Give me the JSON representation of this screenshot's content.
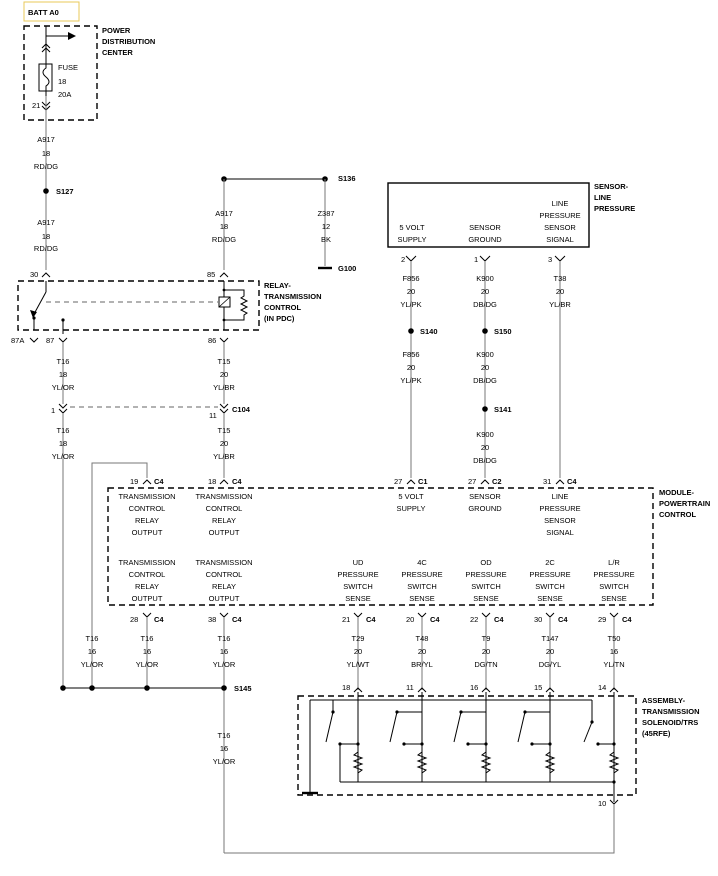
{
  "batt_label": "BATT A0",
  "pdc": {
    "l1": "POWER",
    "l2": "DISTRIBUTION",
    "l3": "CENTER",
    "fuse_l1": "FUSE",
    "fuse_l2": "18",
    "fuse_l3": "20A",
    "pin": "21"
  },
  "wire_a917a": {
    "c": "A917",
    "g": "18",
    "col": "RD/DG"
  },
  "wire_a917b": {
    "c": "A917",
    "g": "18",
    "col": "RD/DG"
  },
  "wire_a917c": {
    "c": "A917",
    "g": "18",
    "col": "RD/DG"
  },
  "splice_s127": "S127",
  "splice_s136": "S136",
  "wire_z387": {
    "c": "Z387",
    "g": "12",
    "col": "BK"
  },
  "ground_g100": "G100",
  "relay": {
    "pin30": "30",
    "pin85": "85",
    "pin87a": "87A",
    "pin87": "87",
    "pin86": "86",
    "l1": "RELAY-",
    "l2": "TRANSMISSION",
    "l3": "CONTROL",
    "l4": "(IN PDC)"
  },
  "wire_t16a": {
    "c": "T16",
    "g": "18",
    "col": "YL/OR"
  },
  "wire_t15a": {
    "c": "T15",
    "g": "20",
    "col": "YL/BR"
  },
  "c104": {
    "name": "C104",
    "pin1": "1",
    "pin11": "11"
  },
  "wire_t16b": {
    "c": "T16",
    "g": "18",
    "col": "YL/OR"
  },
  "wire_t15b": {
    "c": "T15",
    "g": "20",
    "col": "YL/BR"
  },
  "sensor": {
    "l1": "SENSOR-",
    "l2": "LINE",
    "l3": "PRESSURE",
    "p1_l1": "5 VOLT",
    "p1_l2": "SUPPLY",
    "p2_l1": "SENSOR",
    "p2_l2": "GROUND",
    "p3_l1": "LINE",
    "p3_l2": "PRESSURE",
    "p3_l3": "SENSOR",
    "p3_l4": "SIGNAL",
    "pin2": "2",
    "pin1": "1",
    "pin3": "3"
  },
  "wire_f856a": {
    "c": "F856",
    "g": "20",
    "col": "YL/PK"
  },
  "wire_k900a": {
    "c": "K900",
    "g": "20",
    "col": "DB/DG"
  },
  "wire_t38": {
    "c": "T38",
    "g": "20",
    "col": "YL/BR"
  },
  "splice_s140": "S140",
  "splice_s150": "S150",
  "splice_s141": "S141",
  "wire_f856b": {
    "c": "F856",
    "g": "20",
    "col": "YL/PK"
  },
  "wire_k900b": {
    "c": "K900",
    "g": "20",
    "col": "DB/DG"
  },
  "wire_k900c": {
    "c": "K900",
    "g": "20",
    "col": "DB/DG"
  },
  "module": {
    "l1": "MODULE-",
    "l2": "POWERTRAIN",
    "l3": "CONTROL",
    "top_pins": [
      {
        "pin": "19",
        "conn": "C4"
      },
      {
        "pin": "18",
        "conn": "C4"
      },
      {
        "pin": "27",
        "conn": "C1"
      },
      {
        "pin": "27",
        "conn": "C2"
      },
      {
        "pin": "31",
        "conn": "C4"
      }
    ],
    "tc1": {
      "l1": "TRANSMISSION",
      "l2": "CONTROL",
      "l3": "RELAY",
      "l4": "OUTPUT"
    },
    "tc2": {
      "l1": "TRANSMISSION",
      "l2": "CONTROL",
      "l3": "RELAY",
      "l4": "OUTPUT"
    },
    "vs": {
      "l1": "5 VOLT",
      "l2": "SUPPLY"
    },
    "sg": {
      "l1": "SENSOR",
      "l2": "GROUND"
    },
    "lp": {
      "l1": "LINE",
      "l2": "PRESSURE",
      "l3": "SENSOR",
      "l4": "SIGNAL"
    },
    "bc1": {
      "l1": "TRANSMISSION",
      "l2": "CONTROL",
      "l3": "RELAY",
      "l4": "OUTPUT"
    },
    "bc2": {
      "l1": "TRANSMISSION",
      "l2": "CONTROL",
      "l3": "RELAY",
      "l4": "OUTPUT"
    },
    "ud": {
      "l1": "UD",
      "l2": "PRESSURE",
      "l3": "SWITCH",
      "l4": "SENSE"
    },
    "c4s": {
      "l1": "4C",
      "l2": "PRESSURE",
      "l3": "SWITCH",
      "l4": "SENSE"
    },
    "od": {
      "l1": "OD",
      "l2": "PRESSURE",
      "l3": "SWITCH",
      "l4": "SENSE"
    },
    "c2s": {
      "l1": "2C",
      "l2": "PRESSURE",
      "l3": "SWITCH",
      "l4": "SENSE"
    },
    "lr": {
      "l1": "L/R",
      "l2": "PRESSURE",
      "l3": "SWITCH",
      "l4": "SENSE"
    },
    "bot_pins": [
      {
        "pin": "28",
        "conn": "C4"
      },
      {
        "pin": "38",
        "conn": "C4"
      },
      {
        "pin": "21",
        "conn": "C4"
      },
      {
        "pin": "20",
        "conn": "C4"
      },
      {
        "pin": "22",
        "conn": "C4"
      },
      {
        "pin": "30",
        "conn": "C4"
      },
      {
        "pin": "29",
        "conn": "C4"
      }
    ]
  },
  "wire_t16c": {
    "c": "T16",
    "g": "16",
    "col": "YL/OR"
  },
  "wire_t16d": {
    "c": "T16",
    "g": "16",
    "col": "YL/OR"
  },
  "wire_t16e": {
    "c": "T16",
    "g": "16",
    "col": "YL/OR"
  },
  "wire_t16f": {
    "c": "T16",
    "g": "16",
    "col": "YL/OR"
  },
  "wire_t29": {
    "c": "T29",
    "g": "20",
    "col": "YL/WT"
  },
  "wire_t48": {
    "c": "T48",
    "g": "20",
    "col": "BR/YL"
  },
  "wire_t9": {
    "c": "T9",
    "g": "20",
    "col": "DG/TN"
  },
  "wire_t147": {
    "c": "T147",
    "g": "20",
    "col": "DG/YL"
  },
  "wire_t50": {
    "c": "T50",
    "g": "16",
    "col": "YL/TN"
  },
  "splice_s145": "S145",
  "solenoid": {
    "l1": "ASSEMBLY-",
    "l2": "TRANSMISSION",
    "l3": "SOLENOID/TRS",
    "l4": "(45RFE)",
    "pins": [
      "18",
      "11",
      "16",
      "15",
      "14"
    ],
    "pin10": "10"
  }
}
